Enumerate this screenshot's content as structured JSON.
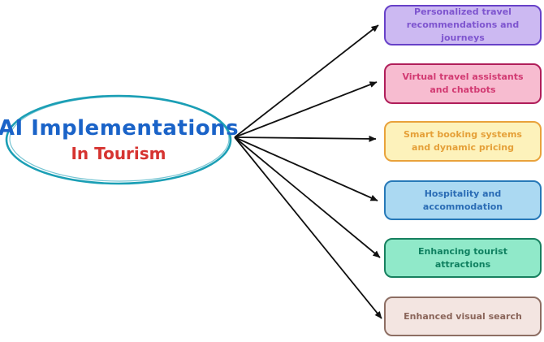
{
  "diagram": {
    "center": {
      "title_line1": "AI Implementations",
      "title_line2": "In Tourism",
      "title_line1_color": "#1a63c8",
      "title_line2_color": "#d63431",
      "ellipse_stroke_color": "#1b9fb5"
    },
    "arrow_color": "#111111",
    "nodes": [
      {
        "label": "Personalized travel recommendations and journeys",
        "fill": "#ccb9f2",
        "border": "#6741c8",
        "text_color": "#7e55cf"
      },
      {
        "label": "Virtual travel assistants and chatbots",
        "fill": "#f7bcd0",
        "border": "#b01e5a",
        "text_color": "#d23a72"
      },
      {
        "label": "Smart booking systems and dynamic pricing",
        "fill": "#fdf2bb",
        "border": "#e9a23b",
        "text_color": "#e5a038"
      },
      {
        "label": "Hospitality and accommodation",
        "fill": "#abd9f2",
        "border": "#2779b8",
        "text_color": "#2a6cb5"
      },
      {
        "label": "Enhancing tourist attractions",
        "fill": "#90e9c9",
        "border": "#17805f",
        "text_color": "#0f8060"
      },
      {
        "label": "Enhanced visual search",
        "fill": "#f3e5e1",
        "border": "#8d6e63",
        "text_color": "#8a655a"
      }
    ]
  }
}
